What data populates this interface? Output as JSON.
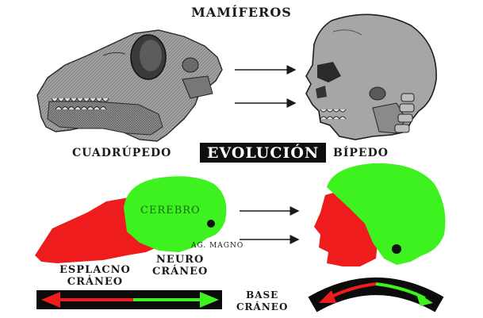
{
  "title": "MAMÍFEROS",
  "labels": {
    "quadruped": "CUADRÚPEDO",
    "evolution": "EVOLUCIÓN",
    "biped": "BÍPEDO",
    "brain": "CEREBRO",
    "foramen": "AG. MAGNO",
    "splanchno_line1": "ESPLACNO",
    "splanchno_line2": "CRÁNEO",
    "neuro_line1": "NEURO",
    "neuro_line2": "CRÁNEO",
    "base_line1": "BASE",
    "base_line2": "CRÁNEO"
  },
  "colors": {
    "splanchnocranium": "#ee1c1c",
    "neurocranium": "#3df21f",
    "bar": "#0b0b0b",
    "foramen_dot": "#111111",
    "skull_fill": "#9a9a9a",
    "skull_dark": "#2a2a2a"
  },
  "icons": [
    "mammal-skull-icon",
    "human-skull-icon",
    "arrow-right-icon"
  ]
}
